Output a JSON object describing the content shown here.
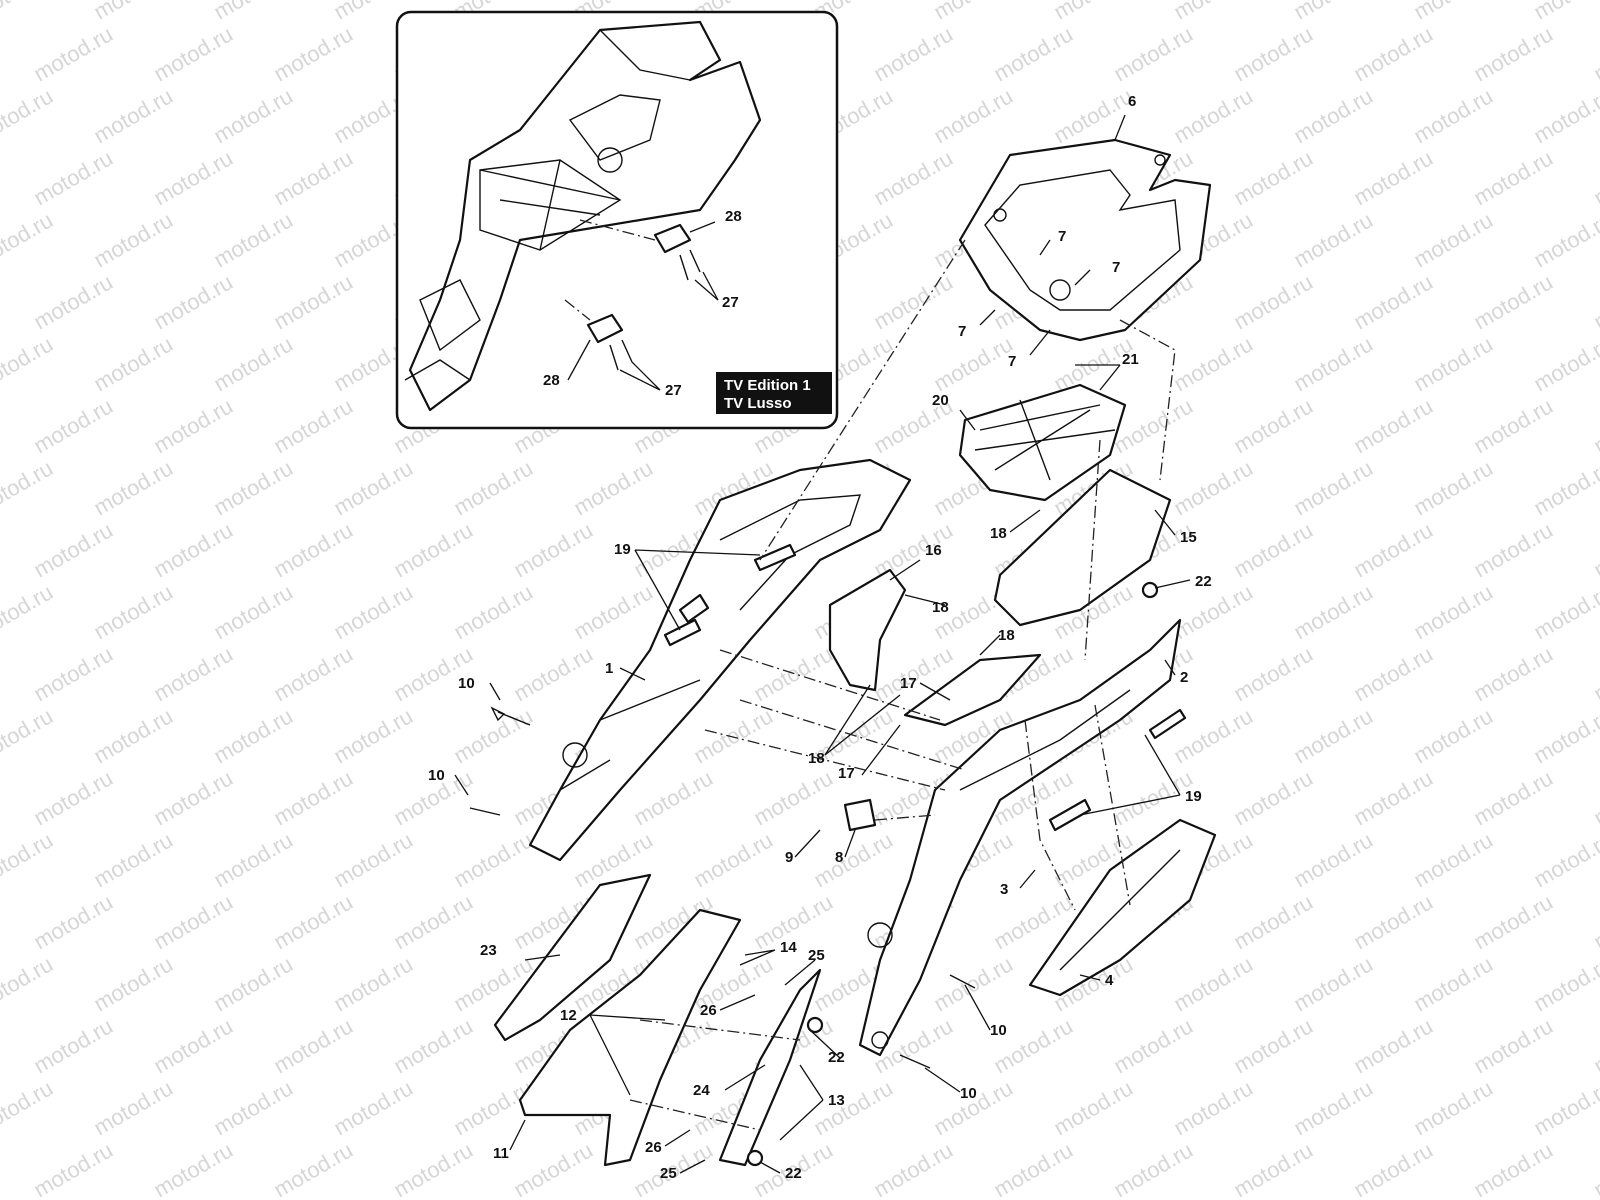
{
  "watermark": "motod.ru",
  "inset": {
    "badge_line1": "TV Edition 1",
    "badge_line2": "TV Lusso"
  },
  "callouts": [
    "1",
    "2",
    "3",
    "4",
    "6",
    "7",
    "8",
    "9",
    "10",
    "11",
    "12",
    "13",
    "14",
    "15",
    "16",
    "17",
    "18",
    "19",
    "20",
    "21",
    "22",
    "23",
    "24",
    "25",
    "26",
    "27",
    "28"
  ],
  "colors": {
    "line": "#111111",
    "watermark": "#d6d6d6",
    "badge": "#111111"
  }
}
